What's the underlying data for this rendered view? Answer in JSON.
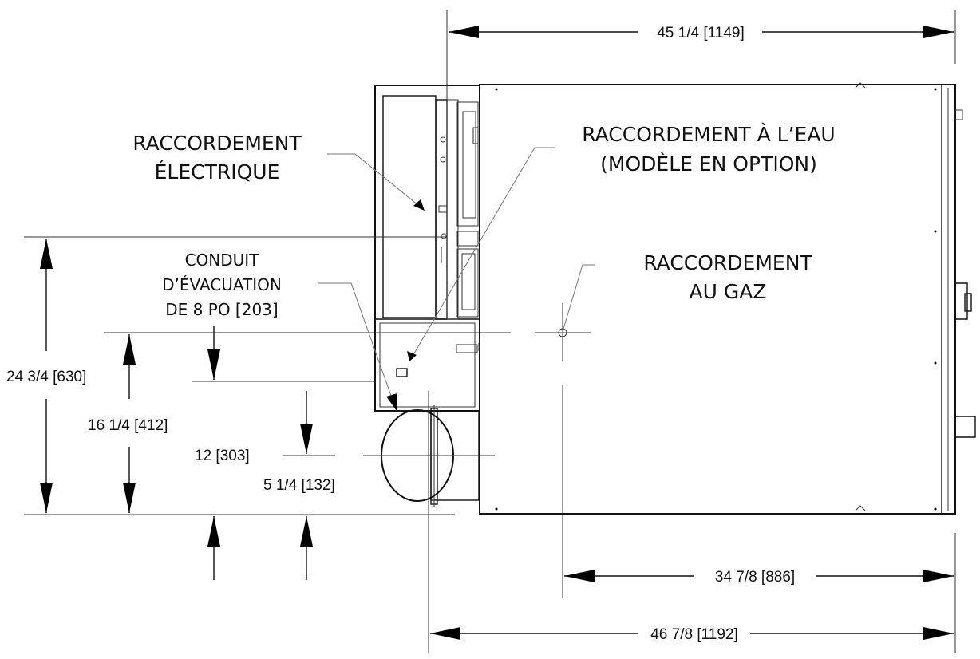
{
  "dimensions": {
    "top_width": "45 1/4 [1149]",
    "bottom_width": "46 7/8 [1192]",
    "gas_to_right": "34 7/8 [886]",
    "total_height": "24 3/4 [630]",
    "gas_height": "16 1/4 [412]",
    "vent_center_height": "12 [303]",
    "vent_bottom": "5 1/4 [132]"
  },
  "callouts": {
    "electrical": [
      "RACCORDEMENT",
      "ÉLECTRIQUE"
    ],
    "water": [
      "RACCORDEMENT À L’EAU",
      "(MODÈLE EN OPTION)"
    ],
    "gas": [
      "RACCORDEMENT",
      "AU GAZ"
    ],
    "vent": [
      "CONDUIT",
      "D’ÉVACUATION",
      "DE 8 PO [203]"
    ]
  }
}
